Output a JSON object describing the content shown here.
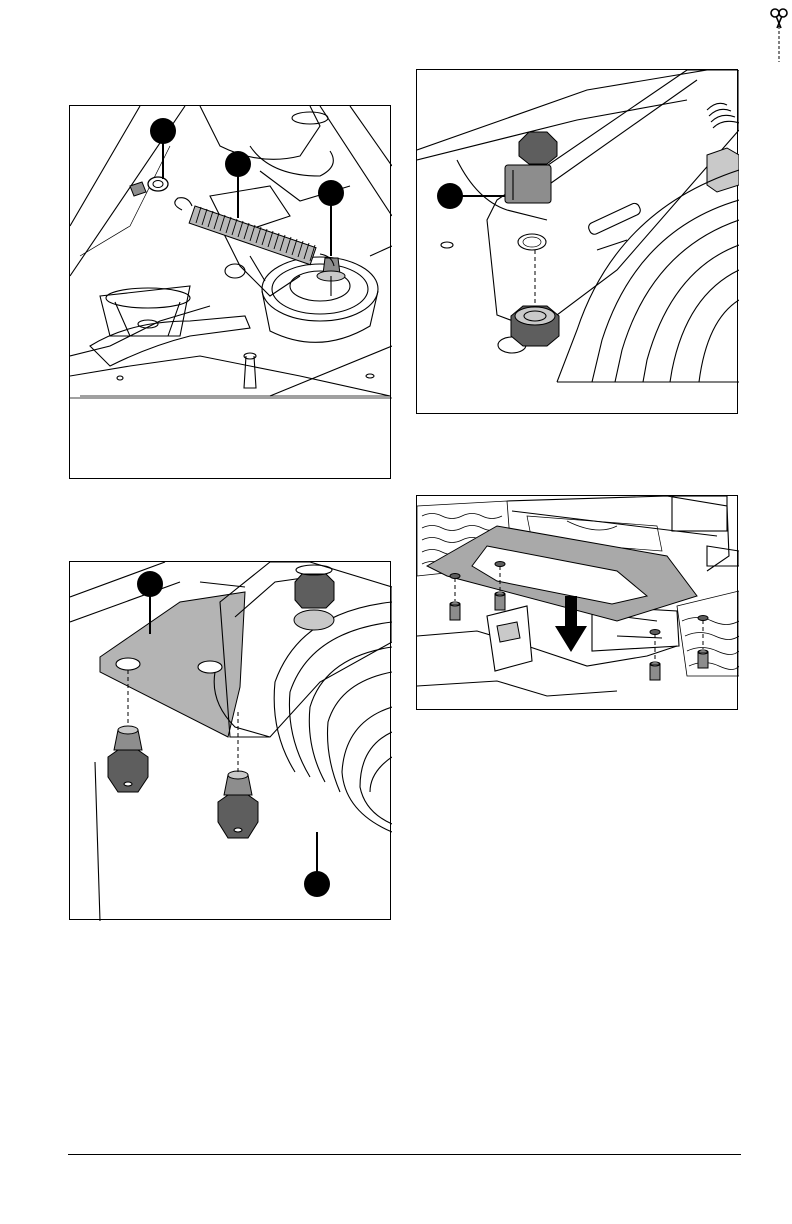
{
  "page": {
    "figures": [
      {
        "id": "fig1",
        "callouts": 3,
        "description_area": ""
      },
      {
        "id": "fig2",
        "callouts": 1
      },
      {
        "id": "fig3",
        "callouts": 2
      },
      {
        "id": "fig4",
        "callouts": 0
      }
    ],
    "icons": {
      "cut_line": "scissors-icon",
      "direction": "down-arrow-icon"
    },
    "colors": {
      "line": "#000000",
      "shade": "#8d8d8d",
      "dark_shade": "#5e5e5e"
    }
  }
}
